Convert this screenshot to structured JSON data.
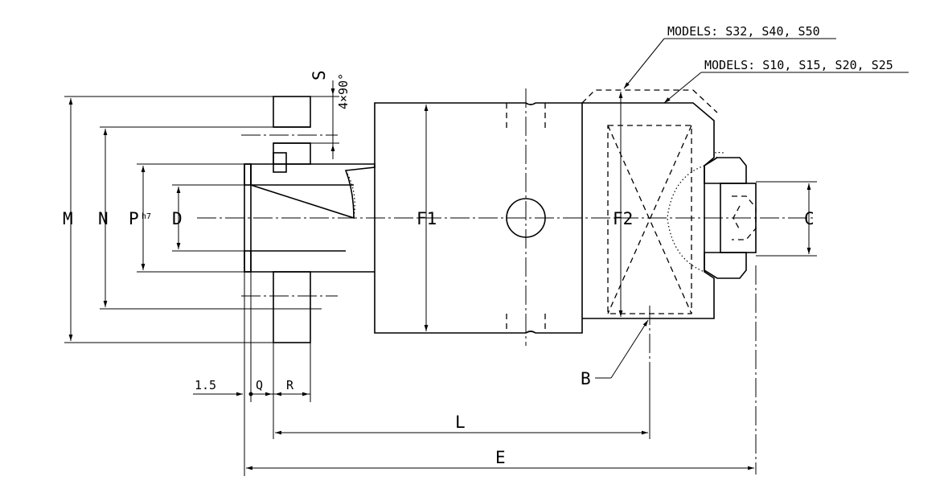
{
  "labels": {
    "M": "M",
    "N": "N",
    "P": "P",
    "P_sub": "h7",
    "D": "D",
    "F1": "F1",
    "F2": "F2",
    "C": "C",
    "S": "S",
    "chamfer": "4×90°",
    "dim_1_5": "1.5",
    "Q": "Q",
    "R": "R",
    "L": "L",
    "E": "E",
    "B": "B",
    "models_large": "MODELS: S32, S40, S50",
    "models_small": "MODELS: S10, S15, S20, S25"
  }
}
